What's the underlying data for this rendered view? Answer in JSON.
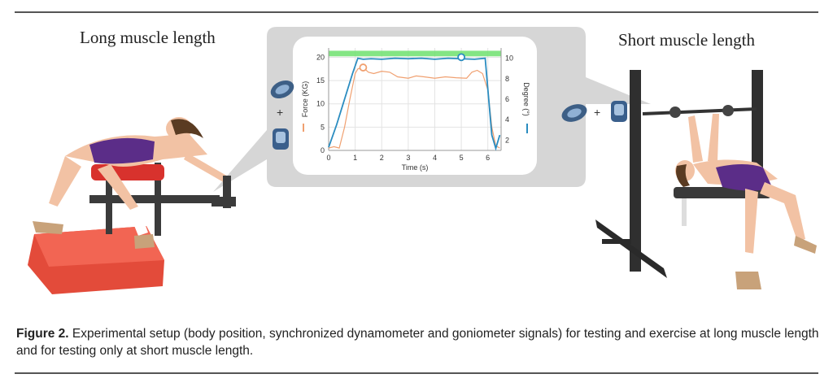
{
  "titles": {
    "long": "Long muscle length",
    "short": "Short muscle length"
  },
  "devices": {
    "left_plus": "+",
    "right_plus": "+"
  },
  "caption": {
    "label": "Figure 2.",
    "text": " Experimental setup (body position, synchronized dynamometer and goniometer signals) for testing and exercise at long muscle length and for testing only at short muscle length."
  },
  "colors": {
    "force": "#f0a070",
    "degree": "#2a8cc0",
    "target_band": "#6ee06e",
    "bubble": "#d6d6d6"
  },
  "chart_data": {
    "type": "line",
    "xlabel": "Time (s)",
    "ylabel_left": "Force (KG)",
    "ylabel_right": "Degree (°)",
    "xlim": [
      0,
      6.5
    ],
    "ylim_left": [
      0,
      22
    ],
    "ylim_right": [
      1,
      11
    ],
    "x_ticks": [
      0,
      1,
      2,
      3,
      4,
      5,
      6
    ],
    "y_ticks_left": [
      0,
      5,
      10,
      15,
      20
    ],
    "y_ticks_right": [
      2,
      4,
      6,
      8,
      10
    ],
    "grid": true,
    "target_band_left": [
      20.2,
      21.4
    ],
    "series": [
      {
        "axis": "left",
        "x": [
          0,
          0.2,
          0.4,
          0.6,
          0.8,
          1.0,
          1.1,
          1.3,
          1.5,
          1.7,
          2.0,
          2.3,
          2.6,
          3.0,
          3.3,
          3.6,
          4.0,
          4.4,
          4.8,
          5.2,
          5.4,
          5.6,
          5.8,
          6.0,
          6.15,
          6.3,
          6.45
        ],
        "y": [
          0.5,
          0.8,
          0.5,
          5,
          11,
          16.5,
          17.5,
          17.8,
          16.8,
          16.5,
          17,
          16.8,
          15.8,
          15.5,
          16,
          15.8,
          15.5,
          15.8,
          15.6,
          15.5,
          16.8,
          17.2,
          16.5,
          13,
          5,
          1,
          0.5
        ]
      },
      {
        "axis": "right",
        "x": [
          0,
          0.3,
          0.6,
          0.9,
          1.1,
          1.3,
          1.6,
          2.0,
          2.5,
          3.0,
          3.5,
          4.0,
          4.5,
          5.0,
          5.5,
          5.9,
          6.0,
          6.15,
          6.3,
          6.45
        ],
        "y": [
          1.3,
          3.5,
          6,
          8.5,
          10,
          9.9,
          9.95,
          9.9,
          10,
          9.95,
          10,
          9.9,
          10,
          9.95,
          9.9,
          10,
          7,
          2.5,
          1.2,
          2.5
        ]
      }
    ],
    "markers": [
      {
        "axis": "left",
        "x": 1.3,
        "y": 17.8
      },
      {
        "axis": "right",
        "x": 5.0,
        "y": 10.1
      }
    ]
  }
}
